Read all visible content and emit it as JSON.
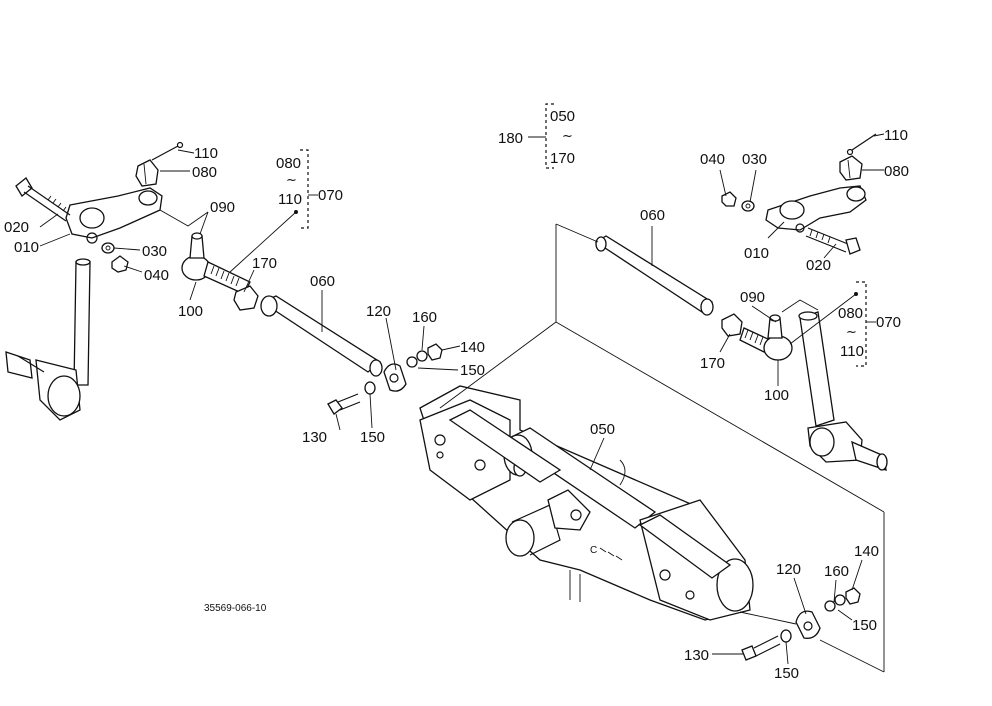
{
  "drawing_id": "35569-066-10",
  "callouts": {
    "c010_l": "010",
    "c020_l": "020",
    "c030_l": "030",
    "c040_l": "040",
    "c080_l": "080",
    "c110_l": "110",
    "c090_l": "090",
    "c100_l": "100",
    "c170_l": "170",
    "c060_l": "060",
    "c120_l": "120",
    "c130_l": "130",
    "c150_la": "150",
    "c150_lb": "150",
    "c160_l": "160",
    "c140_l": "140",
    "c050": "050",
    "c060_r": "060",
    "c040_r": "040",
    "c030_r": "030",
    "c110_r": "110",
    "c080_r": "080",
    "c010_r": "010",
    "c020_r": "020",
    "c090_r": "090",
    "c170_r": "170",
    "c100_r": "100",
    "c120_r": "120",
    "c160_r": "160",
    "c140_r": "140",
    "c150_ra": "150",
    "c130_r": "130",
    "c150_rb": "150"
  },
  "groups": {
    "g180": {
      "parent": "180",
      "from": "050",
      "to": "170",
      "tilde": "~"
    },
    "g070_l": {
      "parent": "070",
      "from": "080",
      "to": "110",
      "tilde": "~"
    },
    "g070_r": {
      "parent": "070",
      "from": "080",
      "to": "110",
      "tilde": "~"
    }
  }
}
